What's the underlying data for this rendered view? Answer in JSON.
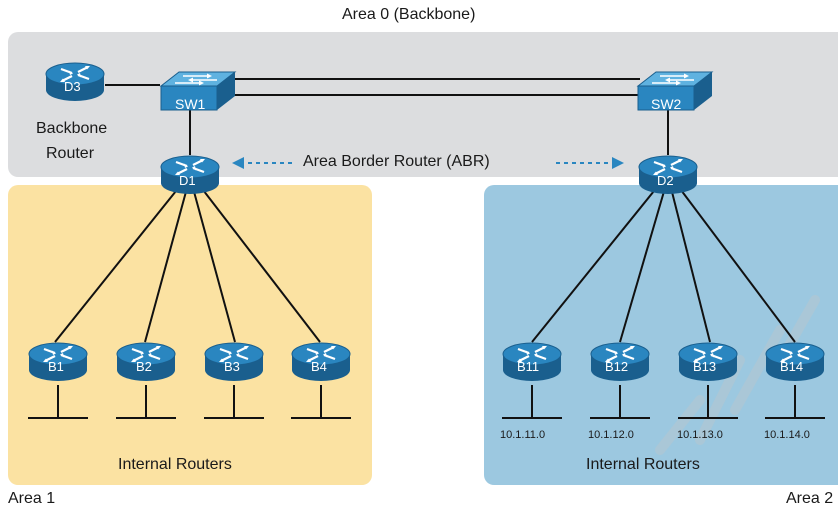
{
  "colors": {
    "backbone_area": "#dcdddf",
    "area1": "#fbe2a2",
    "area2": "#9cc8e0",
    "router_body": "#2a86c0",
    "router_top": "#5fb2e0",
    "router_dark": "#1a5f8e",
    "link": "#111111",
    "abr_arrow": "#2a86c0",
    "watermark": "#c7c7c7"
  },
  "areas": {
    "backbone": "Area 0 (Backbone)",
    "area1": "Area 1",
    "area2": "Area 2"
  },
  "labels": {
    "backbone_router_line1": "Backbone",
    "backbone_router_line2": "Router",
    "abr": "Area Border Router (ABR)",
    "internal_left": "Internal Routers",
    "internal_right": "Internal Routers"
  },
  "devices": {
    "switches": [
      "SW1",
      "SW2"
    ],
    "backbone_router": "D3",
    "abrs": [
      "D1",
      "D2"
    ],
    "area1_routers": [
      "B1",
      "B2",
      "B3",
      "B4"
    ],
    "area2_routers": [
      "B11",
      "B12",
      "B13",
      "B14"
    ]
  },
  "subnets": [
    "10.1.11.0",
    "10.1.12.0",
    "10.1.13.0",
    "10.1.14.0"
  ],
  "icons": {
    "router": "router-icon",
    "switch": "switch-icon",
    "lan": "lan-segment-icon"
  }
}
